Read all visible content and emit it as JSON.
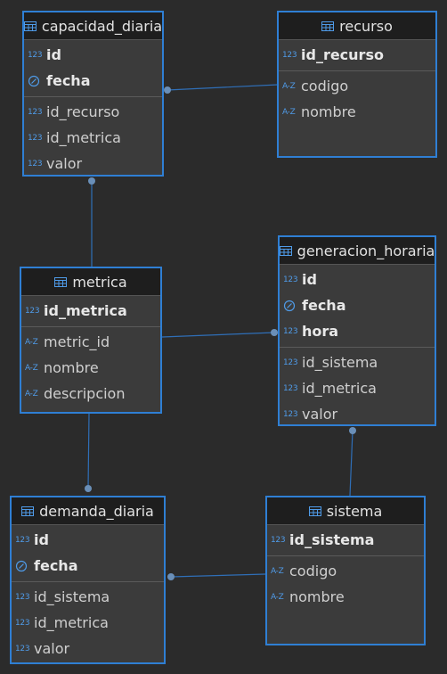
{
  "tables": {
    "capacidad_diaria": {
      "name": "capacidad_diaria",
      "pk": [
        {
          "name": "id",
          "type": "123",
          "kind": "number"
        },
        {
          "name": "fecha",
          "type": "date-icon",
          "kind": "date"
        }
      ],
      "cols": [
        {
          "name": "id_recurso",
          "type": "123"
        },
        {
          "name": "id_metrica",
          "type": "123"
        },
        {
          "name": "valor",
          "type": "123"
        }
      ]
    },
    "recurso": {
      "name": "recurso",
      "pk": [
        {
          "name": "id_recurso",
          "type": "123",
          "kind": "number"
        }
      ],
      "cols": [
        {
          "name": "codigo",
          "type": "A-Z"
        },
        {
          "name": "nombre",
          "type": "A-Z"
        }
      ]
    },
    "metrica": {
      "name": "metrica",
      "pk": [
        {
          "name": "id_metrica",
          "type": "123",
          "kind": "number"
        }
      ],
      "cols": [
        {
          "name": "metric_id",
          "type": "A-Z"
        },
        {
          "name": "nombre",
          "type": "A-Z"
        },
        {
          "name": "descripcion",
          "type": "A-Z"
        }
      ]
    },
    "generacion_horaria": {
      "name": "generacion_horaria",
      "pk": [
        {
          "name": "id",
          "type": "123",
          "kind": "number"
        },
        {
          "name": "fecha",
          "type": "date-icon",
          "kind": "date"
        },
        {
          "name": "hora",
          "type": "123",
          "kind": "number"
        }
      ],
      "cols": [
        {
          "name": "id_sistema",
          "type": "123"
        },
        {
          "name": "id_metrica",
          "type": "123"
        },
        {
          "name": "valor",
          "type": "123"
        }
      ]
    },
    "demanda_diaria": {
      "name": "demanda_diaria",
      "pk": [
        {
          "name": "id",
          "type": "123",
          "kind": "number"
        },
        {
          "name": "fecha",
          "type": "date-icon",
          "kind": "date"
        }
      ],
      "cols": [
        {
          "name": "id_sistema",
          "type": "123"
        },
        {
          "name": "id_metrica",
          "type": "123"
        },
        {
          "name": "valor",
          "type": "123"
        }
      ]
    },
    "sistema": {
      "name": "sistema",
      "pk": [
        {
          "name": "id_sistema",
          "type": "123",
          "kind": "number"
        }
      ],
      "cols": [
        {
          "name": "codigo",
          "type": "A-Z"
        },
        {
          "name": "nombre",
          "type": "A-Z"
        }
      ]
    }
  },
  "icons": {
    "table": "table-icon",
    "date": "clock-icon"
  },
  "colors": {
    "background": "#2b2b2b",
    "table_border": "#2f7fd4",
    "connector": "#2f6fb8",
    "type_icon": "#4f9be8"
  }
}
